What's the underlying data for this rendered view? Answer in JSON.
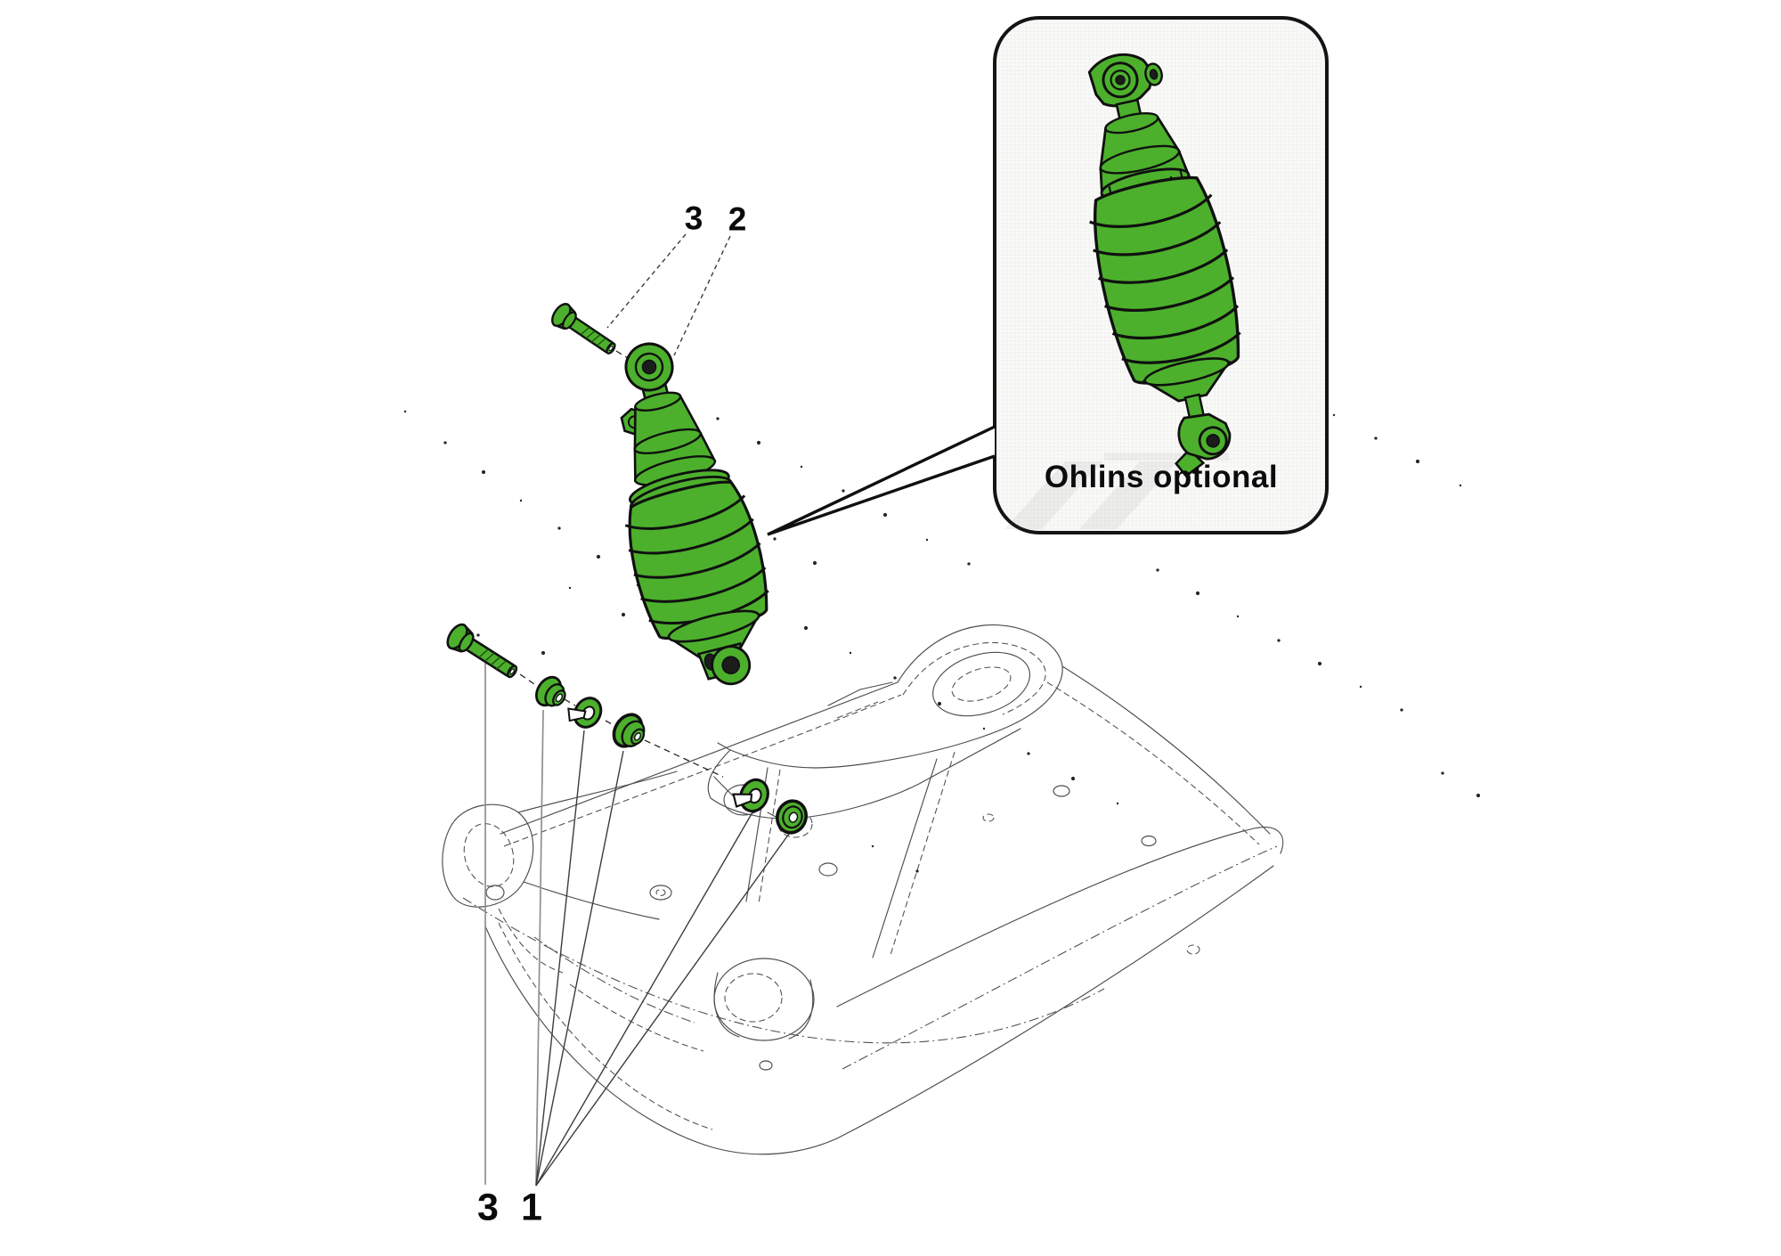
{
  "diagram": {
    "type": "exploded-parts-diagram",
    "subject": "rear shock absorber and swingarm mounting",
    "callouts": {
      "top": [
        {
          "label": "3"
        },
        {
          "label": "2"
        }
      ],
      "bottom": [
        {
          "label": "3"
        },
        {
          "label": "1"
        }
      ]
    },
    "inset": {
      "caption": "Ohlins optional"
    },
    "colors": {
      "part_highlight": "#4cb02c",
      "outline": "#101010",
      "wireframe": "#4d4d4d",
      "leader": "#3c3c3c",
      "inset_background": "#f5f5f3",
      "inset_border": "#141414",
      "background": "#ffffff"
    }
  }
}
